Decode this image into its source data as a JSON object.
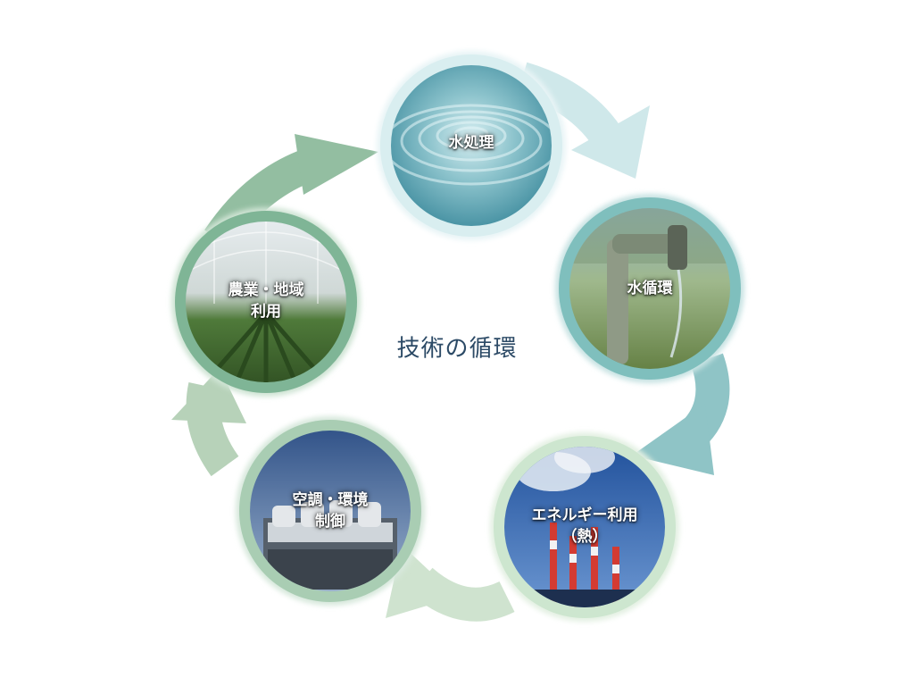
{
  "title": "技術の循環",
  "nodes": [
    {
      "id": "water-treatment",
      "lines": [
        "水処理"
      ]
    },
    {
      "id": "water-circulation",
      "lines": [
        "水循環"
      ]
    },
    {
      "id": "energy-use",
      "lines": [
        "エネルギー利用",
        "（熱）"
      ]
    },
    {
      "id": "air-conditioning",
      "lines": [
        "空調・環境",
        "制御"
      ]
    },
    {
      "id": "agriculture",
      "lines": [
        "農業・地域",
        "利用"
      ]
    }
  ],
  "colors": {
    "title": "#2c4a66",
    "arrow_light_teal": "#cfe8ea",
    "arrow_teal": "#8fc4c6",
    "arrow_mint": "#cfe3cf",
    "arrow_sage": "#b7d2b9",
    "arrow_green": "#93bea1",
    "ring_light": "#d9eef0",
    "ring_teal": "#7fbfbd",
    "ring_mint": "#cde6cf",
    "ring_sage": "#a9cdb3",
    "ring_green": "#7fb596"
  }
}
